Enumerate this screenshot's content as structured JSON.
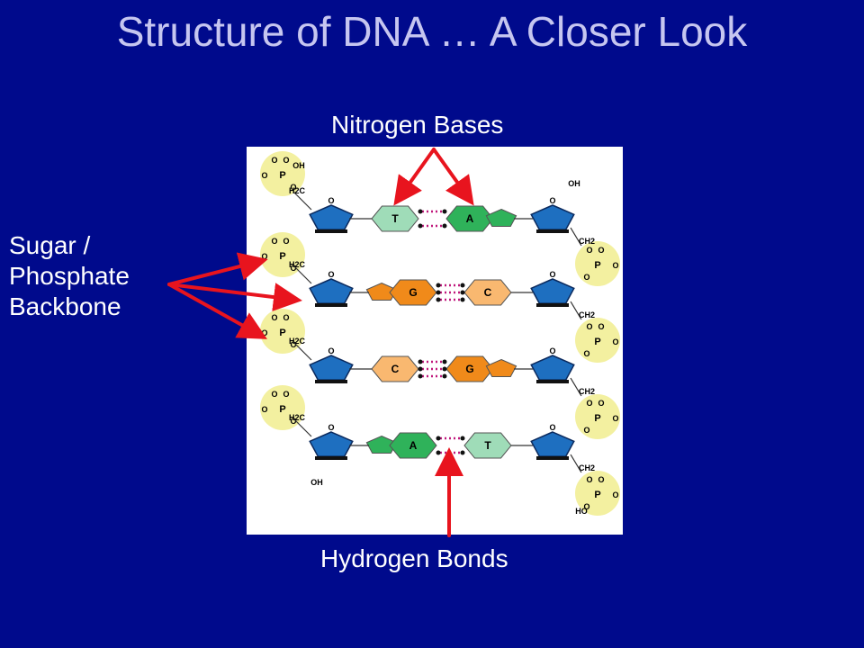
{
  "slide": {
    "title": "Structure of DNA … A Closer Look"
  },
  "labels": {
    "nitrogen_bases": "Nitrogen Bases",
    "backbone_lines": [
      "Sugar /",
      "Phosphate",
      "Backbone"
    ],
    "hydrogen_bonds": "Hydrogen Bonds"
  },
  "diagram": {
    "base_pairs": [
      {
        "left": "T",
        "right": "A"
      },
      {
        "left": "G",
        "right": "C"
      },
      {
        "left": "C",
        "right": "G"
      },
      {
        "left": "A",
        "right": "T"
      }
    ],
    "phosphate": {
      "O": "O",
      "P": "P",
      "OH": "OH",
      "O_minus": "O",
      "HO": "HO"
    },
    "groups": {
      "H2C": "H2C",
      "CH2": "CH2",
      "OH": "OH",
      "O": "O"
    }
  },
  "colors": {
    "background": "#000a8c",
    "title": "#c6c6f0",
    "arrow": "#e8141e",
    "phosphate_fill": "#f3f0a0",
    "sugar_fill": "#1e6fc0",
    "thymine": "#9fdcb8",
    "adenine": "#2fb25a",
    "guanine": "#f08a1a",
    "cytosine": "#f9b870",
    "hbond": "#c0187c"
  }
}
